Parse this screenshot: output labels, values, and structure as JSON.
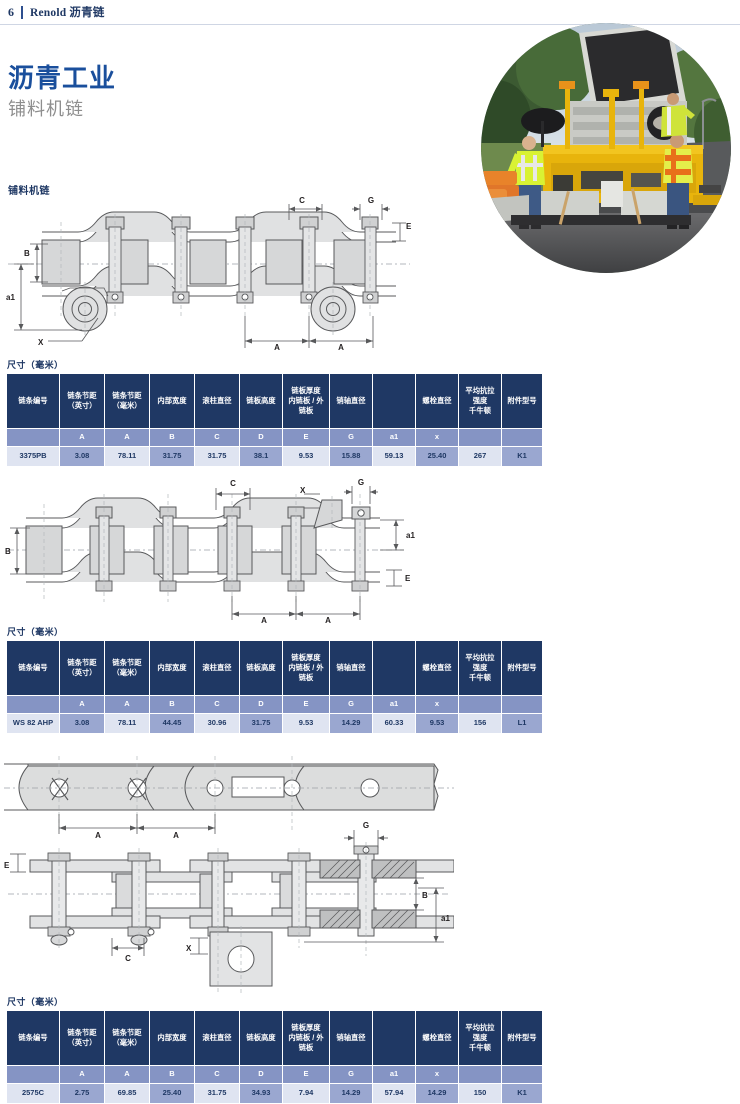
{
  "header": {
    "page_number": "6",
    "title": "Renold 沥青链"
  },
  "titles": {
    "main": "沥青工业",
    "sub": "铺料机链",
    "section": "铺料机链"
  },
  "photo": {
    "alt_name": "asphalt-paver-machine-photo"
  },
  "table_caption": "尺寸（毫米）",
  "columns": [
    "链条编号",
    "链条节距\n（英寸）",
    "链条节距\n（毫米）",
    "内部宽度",
    "滚柱直径",
    "链板高度",
    "链板厚度\n内链板 / 外\n链板",
    "销轴直径",
    "",
    "螺栓直径",
    "平均抗拉\n强度\n千牛顿",
    "附件型号"
  ],
  "column_codes": [
    "",
    "A",
    "A",
    "B",
    "C",
    "D",
    "E",
    "G",
    "a1",
    "x",
    "",
    ""
  ],
  "tables": [
    {
      "id": "table-1",
      "caption": "尺寸（毫米）",
      "row": [
        "3375PB",
        "3.08",
        "78.11",
        "31.75",
        "31.75",
        "38.1",
        "9.53",
        "15.88",
        "59.13",
        "25.40",
        "267",
        "K1"
      ]
    },
    {
      "id": "table-2",
      "caption": "尺寸（毫米）",
      "row": [
        "WS 82 AHP",
        "3.08",
        "78.11",
        "44.45",
        "30.96",
        "31.75",
        "9.53",
        "14.29",
        "60.33",
        "9.53",
        "156",
        "L1"
      ]
    },
    {
      "id": "table-3",
      "caption": "尺寸（毫米）",
      "row": [
        "2575C",
        "2.75",
        "69.85",
        "25.40",
        "31.75",
        "34.93",
        "7.94",
        "14.29",
        "57.94",
        "14.29",
        "150",
        "K1"
      ]
    }
  ],
  "drawing_labels": {
    "d1": [
      "C",
      "G",
      "E",
      "B",
      "a1",
      "X",
      "A",
      "A"
    ],
    "d2": [
      "C",
      "X",
      "G",
      "B",
      "a1",
      "E",
      "A",
      "A"
    ],
    "d3_top": [
      "A",
      "A"
    ],
    "d3_bottom": [
      "E",
      "G",
      "B",
      "a1",
      "C",
      "X"
    ]
  },
  "colors": {
    "brand_blue": "#1f3864",
    "title_blue": "#1a4f9c",
    "sub_gray": "#8e8e8e",
    "code_row": "#8594c4",
    "cell_light": "#dfe4f1",
    "cell_dark": "#9aa7d0"
  }
}
